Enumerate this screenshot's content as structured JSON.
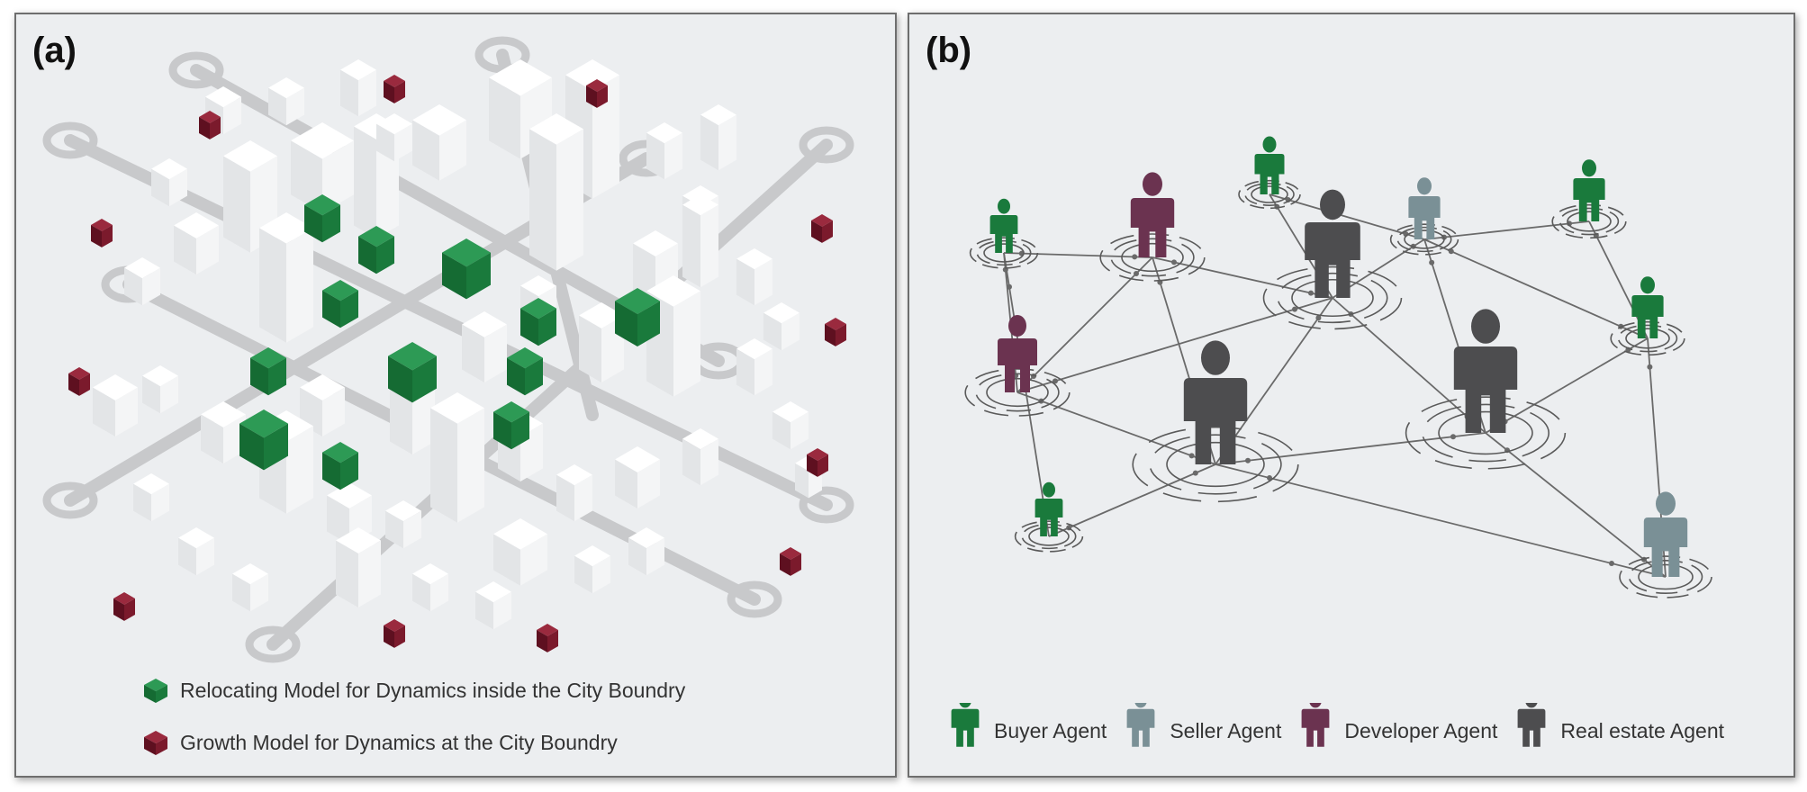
{
  "panels": {
    "a": {
      "label": "(a)",
      "legend": [
        {
          "text": "Relocating Model for Dynamics inside the City Boundry",
          "color": "#1a7a3c"
        },
        {
          "text": "Growth Model for Dynamics at the City Boundry",
          "color": "#7b1a2c"
        }
      ]
    },
    "b": {
      "label": "(b)",
      "legend": [
        {
          "text": "Buyer Agent",
          "color": "#1a7a3c"
        },
        {
          "text": "Seller Agent",
          "color": "#7a9096"
        },
        {
          "text": "Developer Agent",
          "color": "#6b3350"
        },
        {
          "text": "Real estate Agent",
          "color": "#4d4d4f"
        }
      ]
    }
  },
  "colors": {
    "road": "#c8c9cb",
    "building": "#ffffff",
    "building_shadow": "#d6d8da",
    "link": "#6a6a6a"
  }
}
